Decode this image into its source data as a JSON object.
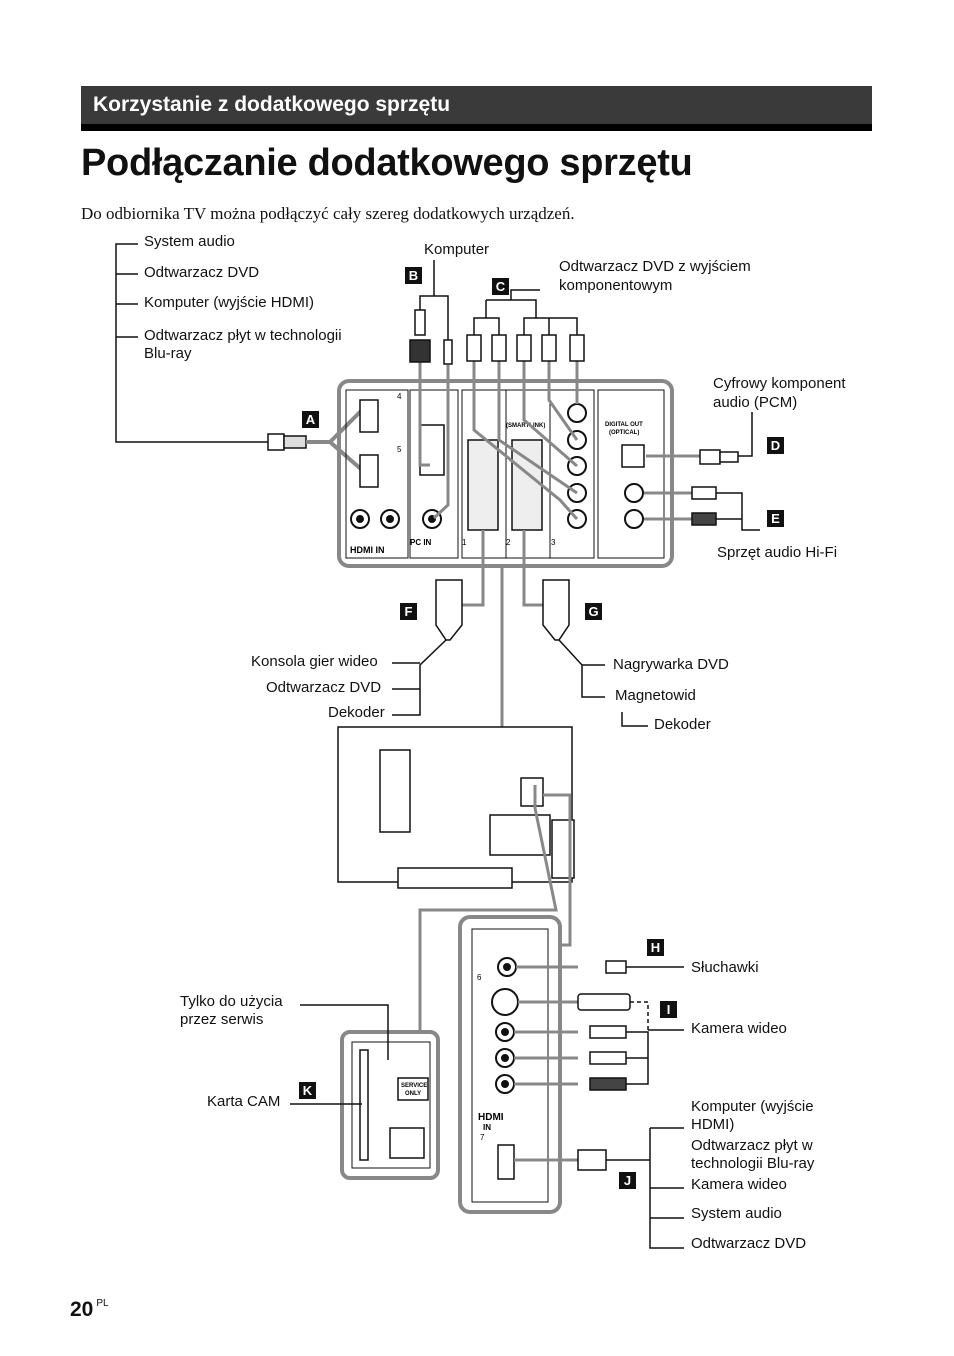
{
  "header": {
    "section": "Korzystanie z dodatkowego sprzętu",
    "title": "Podłączanie dodatkowego sprzętu",
    "intro": "Do odbiornika TV można podłączyć cały szereg dodatkowych urządzeń."
  },
  "labels": {
    "system_audio_top": "System audio",
    "dvd_top": "Odtwarzacz DVD",
    "pc_hdmi_top": "Komputer (wyjście HDMI)",
    "bluray_top_1": "Odtwarzacz płyt w technologii",
    "bluray_top_2": "Blu-ray",
    "computer": "Komputer",
    "dvd_component_1": "Odtwarzacz DVD z wyjściem",
    "dvd_component_2": "komponentowym",
    "digital_audio_1": "Cyfrowy komponent",
    "digital_audio_2": "audio (PCM)",
    "hifi": "Sprzęt audio Hi-Fi",
    "game_console": "Konsola gier wideo",
    "dvd_player_f": "Odtwarzacz DVD",
    "decoder_f": "Dekoder",
    "dvd_recorder": "Nagrywarka DVD",
    "vcr": "Magnetowid",
    "decoder_g": "Dekoder",
    "headphones": "Słuchawki",
    "camcorder_i": "Kamera wideo",
    "service_1": "Tylko do użycia",
    "service_2": "przez serwis",
    "cam_card": "Karta CAM",
    "pc_hdmi_j_1": "Komputer (wyjście",
    "pc_hdmi_j_2": "HDMI)",
    "bluray_j_1": "Odtwarzacz płyt w",
    "bluray_j_2": "technologii Blu-ray",
    "camcorder_j": "Kamera wideo",
    "system_audio_j": "System audio",
    "dvd_j": "Odtwarzacz DVD"
  },
  "badges": {
    "a": "A",
    "b": "B",
    "c": "C",
    "d": "D",
    "e": "E",
    "f": "F",
    "g": "G",
    "h": "H",
    "i": "I",
    "j": "J",
    "k": "K"
  },
  "panel_text": {
    "digital_out": "DIGITAL OUT",
    "optical": "(OPTICAL)",
    "smartlink": "(SMARTLINK)",
    "pc_in": "PC IN",
    "hdmi_in": "HDMI IN",
    "hdmi": "HDMI",
    "in": "IN",
    "service_only_1": "SERVICE",
    "service_only_2": "ONLY",
    "port_1": "1",
    "port_2": "2",
    "port_3": "3",
    "port_4": "4",
    "port_5": "5",
    "port_6": "6",
    "port_7": "7"
  },
  "footer": {
    "page": "20",
    "lang": "PL"
  }
}
